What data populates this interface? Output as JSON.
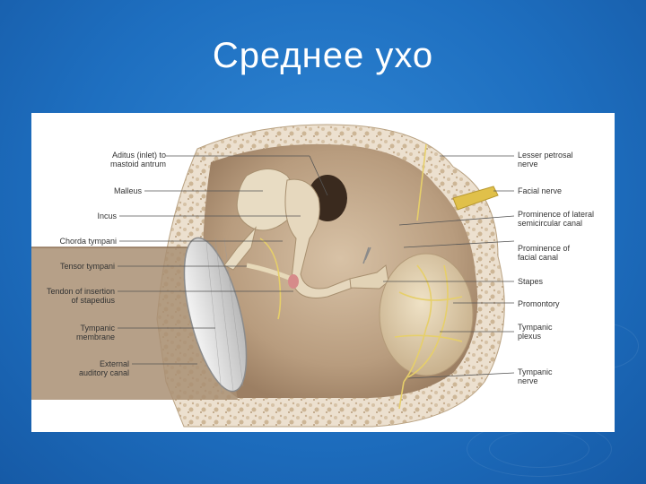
{
  "slide": {
    "title": "Среднее ухо"
  },
  "figure": {
    "labels_left": [
      {
        "id": "aditus",
        "line1": "Aditus (inlet) to",
        "line2": "mastoid antrum"
      },
      {
        "id": "malleus",
        "line1": "Malleus",
        "line2": ""
      },
      {
        "id": "incus",
        "line1": "Incus",
        "line2": ""
      },
      {
        "id": "chorda",
        "line1": "Chorda tympani",
        "line2": ""
      },
      {
        "id": "tensor",
        "line1": "Tensor tympani",
        "line2": ""
      },
      {
        "id": "tendon",
        "line1": "Tendon of insertion",
        "line2": "of stapedius"
      },
      {
        "id": "tympanic-membrane",
        "line1": "Tympanic",
        "line2": "membrane"
      },
      {
        "id": "external-canal",
        "line1": "External",
        "line2": "auditory canal"
      }
    ],
    "labels_right": [
      {
        "id": "lesser-petrosal",
        "line1": "Lesser petrosal",
        "line2": "nerve"
      },
      {
        "id": "facial-nerve",
        "line1": "Facial nerve",
        "line2": ""
      },
      {
        "id": "prominence-lateral",
        "line1": "Prominence of lateral",
        "line2": "semicircular canal"
      },
      {
        "id": "prominence-facial",
        "line1": "Prominence of",
        "line2": "facial canal"
      },
      {
        "id": "stapes",
        "line1": "Stapes",
        "line2": ""
      },
      {
        "id": "promontory",
        "line1": "Promontory",
        "line2": ""
      },
      {
        "id": "tympanic-plexus",
        "line1": "Tympanic",
        "line2": "plexus"
      },
      {
        "id": "tympanic-nerve",
        "line1": "Tympanic",
        "line2": "nerve"
      }
    ]
  },
  "colors": {
    "background": "#1e6fc0",
    "bone": "#e9dcc9",
    "cavity": "#c2a98c",
    "membrane": "#d8d8d8",
    "nerve": "#e6cf6a"
  }
}
